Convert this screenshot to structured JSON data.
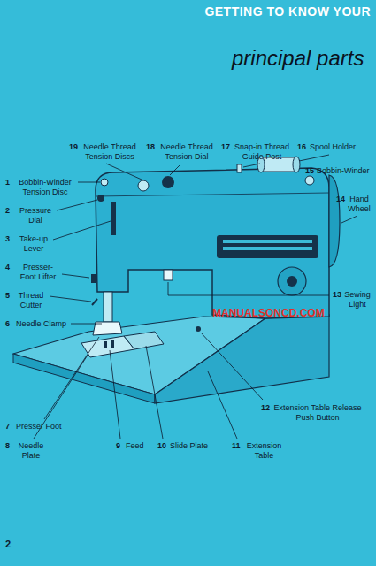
{
  "diagram": {
    "title": "GETTING TO KNOW YOUR",
    "labels": [
      "principal parts",
      "19",
      "Needle Thread Tension Discs",
      "18",
      "Needle Thread Tension Dial",
      "17",
      "Snap-in Thread Guide Post",
      "16",
      "Spool Holder",
      "1",
      "Bobbin-Winder Tension Disc",
      "15",
      "Bobbin-Winder",
      "14",
      "Hand Wheel",
      "2",
      "Pressure Dial",
      "3",
      "Take-up Lever",
      "4",
      "Presser-Foot Lifter",
      "5",
      "Thread Cutter",
      "6",
      "Needle Clamp",
      "13",
      "Sewing Light",
      "MANUALSONCD.COM",
      "12",
      "Extension Table Release Push Button",
      "7",
      "Presser Foot",
      "8",
      "Needle Plate",
      "9",
      "Feed",
      "10",
      "Slide Plate",
      "11",
      "Extension Table",
      "2"
    ]
  }
}
